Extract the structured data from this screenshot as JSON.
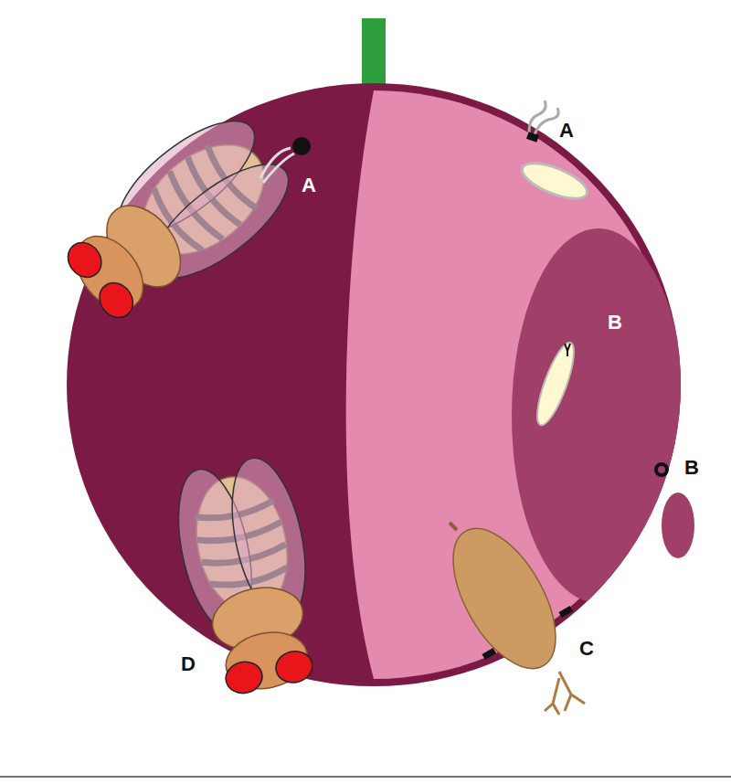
{
  "diagram": {
    "labels": [
      "A",
      "A",
      "B",
      "B",
      "C",
      "D"
    ]
  }
}
